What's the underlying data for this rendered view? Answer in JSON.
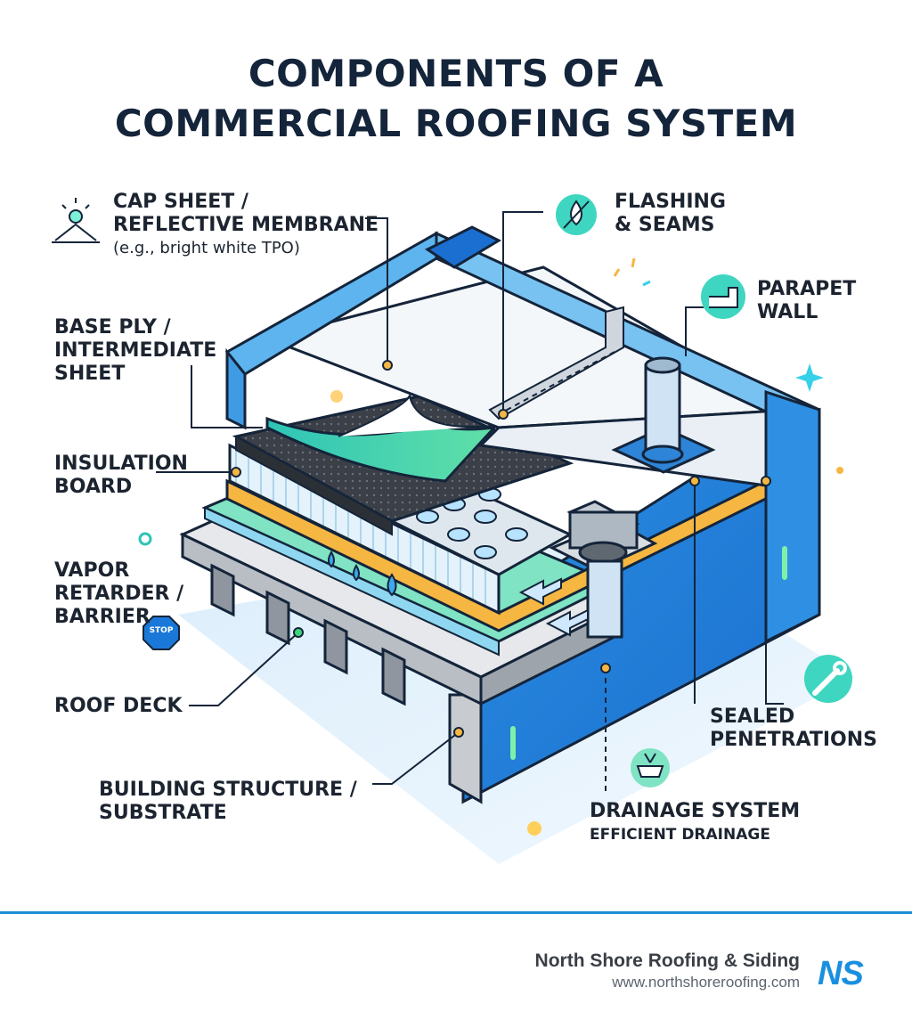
{
  "title": {
    "line1": "COMPONENTS OF A",
    "line2": "COMMERCIAL ROOFING SYSTEM"
  },
  "labels": {
    "cap_sheet": {
      "line1": "CAP SHEET /",
      "line2": "REFLECTIVE MEMBRANE",
      "sub": "(e.g., bright white TPO)"
    },
    "base_ply": {
      "line1": "BASE PLY /",
      "line2": "INTERMEDIATE",
      "line3": "SHEET"
    },
    "insulation": {
      "line1": "INSULATION",
      "line2": "BOARD"
    },
    "vapor": {
      "line1": "VAPOR",
      "line2": "RETARDER /",
      "line3": "BARRIER",
      "stop": "STOP"
    },
    "roof_deck": {
      "line1": "ROOF DECK"
    },
    "building": {
      "line1": "BUILDING STRUCTURE /",
      "line2": "SUBSTRATE"
    },
    "flashing": {
      "line1": "FLASHING",
      "line2": "& SEAMS"
    },
    "parapet": {
      "line1": "PARAPET",
      "line2": "WALL"
    },
    "sealed": {
      "line1": "SEALED",
      "line2": "PENETRATIONS"
    },
    "drainage": {
      "line1": "DRAINAGE SYSTEM",
      "sub": "EFFICIENT DRAINAGE"
    }
  },
  "brand": {
    "name": "North Shore Roofing & Siding",
    "url": "www.northshoreroofing.com",
    "logo": "NS"
  },
  "icons": [
    "sun-reflect-icon",
    "water-drop-icon",
    "parapet-icon",
    "wrench-icon",
    "drain-icon",
    "stop-sign-icon"
  ],
  "colors": {
    "accent_blue": "#1f8fd6",
    "teal": "#2ec4b6",
    "insulation_orange": "#f5a623",
    "dark": "#14243a"
  }
}
